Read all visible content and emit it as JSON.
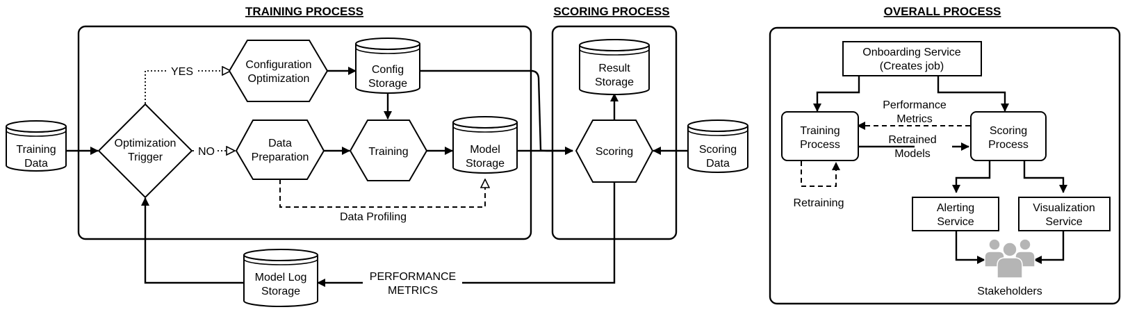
{
  "headers": {
    "training": "TRAINING PROCESS",
    "scoring": "SCORING PROCESS",
    "overall": "OVERALL PROCESS"
  },
  "training_data": [
    "Training",
    "Data"
  ],
  "optimization_trigger": [
    "Optimization",
    "Trigger"
  ],
  "yes_label": "YES",
  "no_label": "NO",
  "configuration_optimization": [
    "Configuration",
    "Optimization"
  ],
  "config_storage": [
    "Config",
    "Storage"
  ],
  "data_preparation": [
    "Data",
    "Preparation"
  ],
  "training": "Training",
  "model_storage": [
    "Model",
    "Storage"
  ],
  "data_profiling": "Data Profiling",
  "result_storage": [
    "Result",
    "Storage"
  ],
  "scoring": "Scoring",
  "scoring_data": [
    "Scoring",
    "Data"
  ],
  "model_log_storage": [
    "Model Log",
    "Storage"
  ],
  "performance_metrics": [
    "PERFORMANCE",
    "METRICS"
  ],
  "overall": {
    "onboarding_service": [
      "Onboarding Service",
      "(Creates job)"
    ],
    "training_process": [
      "Training",
      "Process"
    ],
    "scoring_process": [
      "Scoring",
      "Process"
    ],
    "performance_metrics": [
      "Performance",
      "Metrics"
    ],
    "retrained_models": [
      "Retrained",
      "Models"
    ],
    "retraining": "Retraining",
    "alerting_service": [
      "Alerting",
      "Service"
    ],
    "visualization_service": [
      "Visualization",
      "Service"
    ],
    "stakeholders": "Stakeholders"
  },
  "colors": {
    "stroke": "#000000",
    "background": "#ffffff",
    "stakeholders_icon": "#b5b5b5"
  }
}
